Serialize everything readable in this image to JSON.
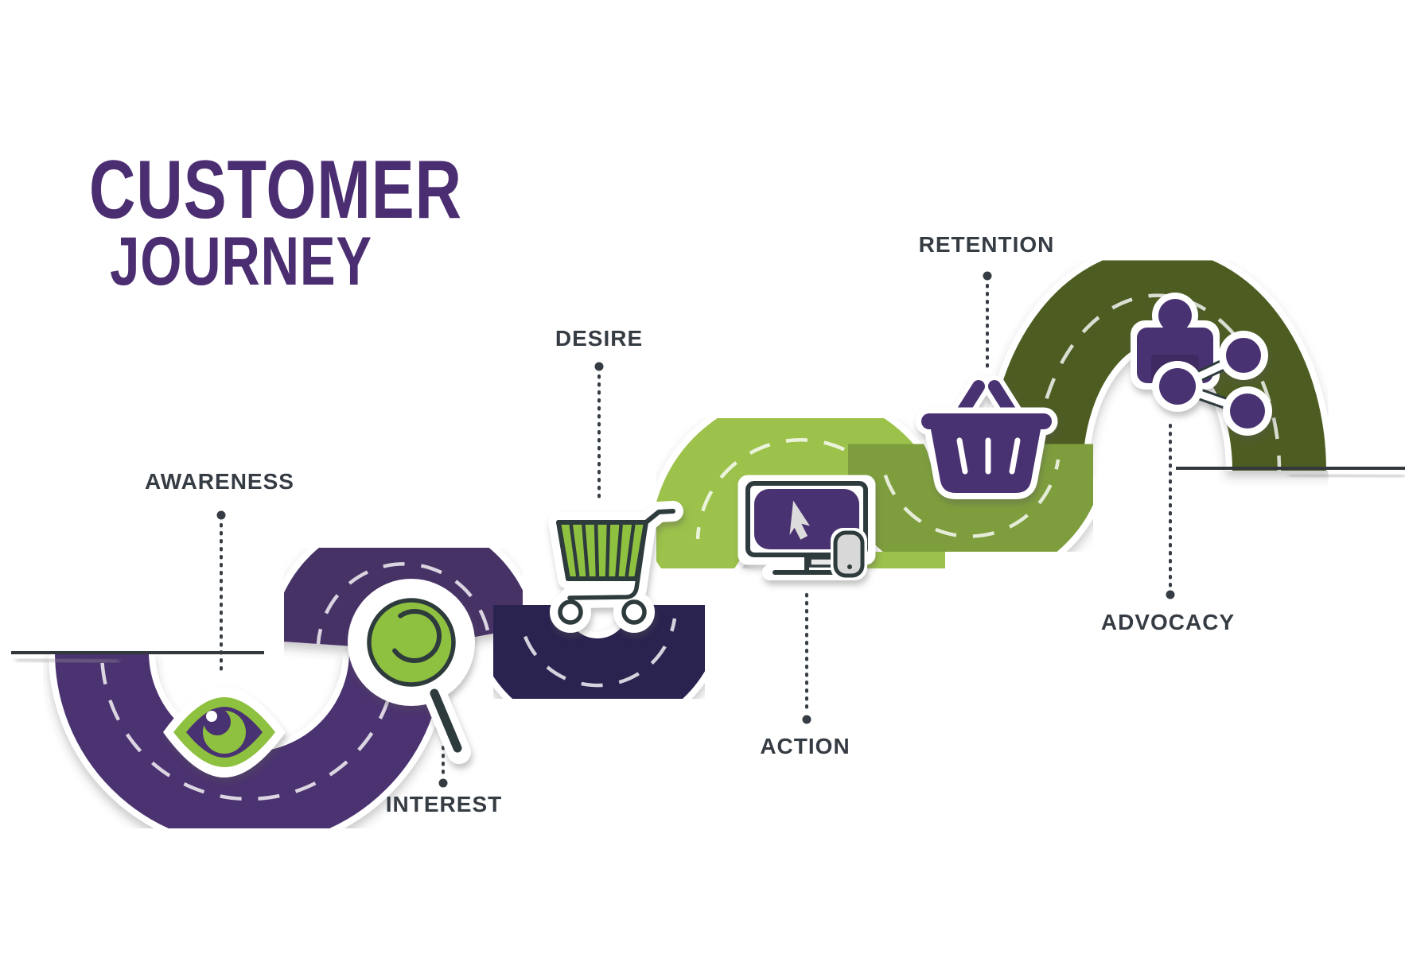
{
  "title": {
    "line1": "CUSTOMER",
    "line2": "JOURNEY"
  },
  "stages": [
    {
      "label": "AWARENESS",
      "icon": "eye-icon"
    },
    {
      "label": "INTEREST",
      "icon": "magnifying-glass-icon"
    },
    {
      "label": "DESIRE",
      "icon": "shopping-cart-icon"
    },
    {
      "label": "ACTION",
      "icon": "monitor-cursor-icon"
    },
    {
      "label": "RETENTION",
      "icon": "shopping-basket-icon"
    },
    {
      "label": "ADVOCACY",
      "icon": "share-people-icon"
    }
  ],
  "colors": {
    "title_purple": "#4B2E71",
    "label_dark": "#363C43",
    "road_purple": "#4B3270",
    "road_purple_dark": "#473066",
    "road_navy": "#2B2150",
    "road_green_light": "#9CC24B",
    "road_olive": "#7E9E3E",
    "road_olive_dark": "#4D5D21",
    "icon_green": "#8FC140",
    "icon_purple": "#4A3171",
    "outline_dark": "#2F3A3E",
    "background": "#FFFFFF"
  }
}
